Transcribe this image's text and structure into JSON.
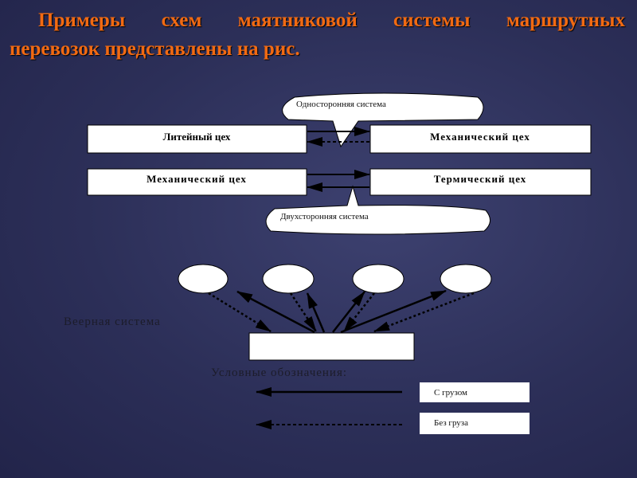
{
  "title": {
    "line1": "Примеры схем маятниковой системы маршрутных",
    "line2": "перевозок представлены на рис."
  },
  "pendulum": {
    "callout_one_way": "Односторонняя система",
    "callout_two_way": "Двухсторонняя система",
    "row1": {
      "left": "Литейный цех",
      "right": "Механический цех"
    },
    "row2": {
      "left": "Механический цех",
      "right": "Термический цех"
    }
  },
  "fan": {
    "label": "Веерная система"
  },
  "legend": {
    "title": "Условные обозначения:",
    "loaded": "С грузом",
    "empty": "Без груза"
  }
}
